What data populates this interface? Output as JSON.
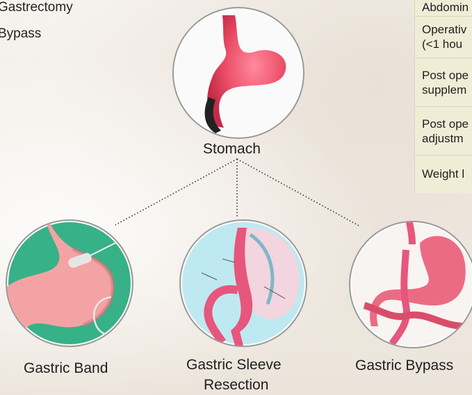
{
  "left_list": [
    "Gastrectomy",
    "Bypass"
  ],
  "table_rows": [
    "Abdomin",
    "Operativ",
    "(<1 hou",
    "Post ope",
    "supplem",
    "Post ope",
    "adjustm",
    "Weight l"
  ],
  "labels": {
    "stomach": "Stomach",
    "band": "Gastric Band",
    "sleeve_line1": "Gastric Sleeve",
    "sleeve_line2": "Resection",
    "bypass": "Gastric Bypass"
  }
}
